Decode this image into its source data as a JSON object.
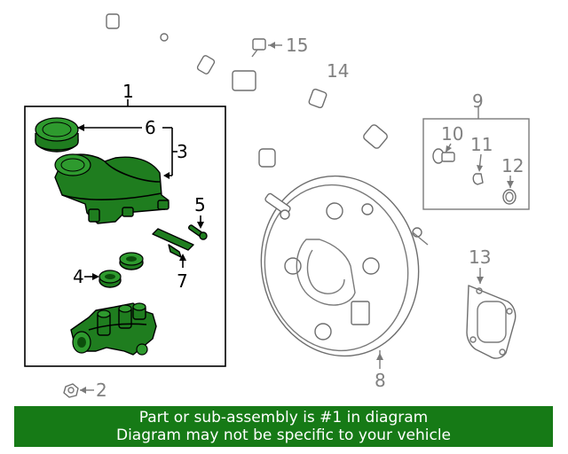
{
  "callouts": {
    "c1": "1",
    "c2": "2",
    "c3": "3",
    "c4": "4",
    "c5": "5",
    "c6": "6",
    "c7": "7",
    "c8": "8",
    "c9": "9",
    "c10": "10",
    "c11": "11",
    "c12": "12",
    "c13": "13",
    "c14": "14",
    "c15": "15"
  },
  "banner": {
    "line1": "Part or sub-assembly is #1 in diagram",
    "line2": "Diagram may not be specific to your vehicle"
  },
  "colors": {
    "highlight_part": "#1f7d1f",
    "banner_bg": "#167a16",
    "banner_text": "#ffffff",
    "other_parts": "#7a7a7a"
  }
}
